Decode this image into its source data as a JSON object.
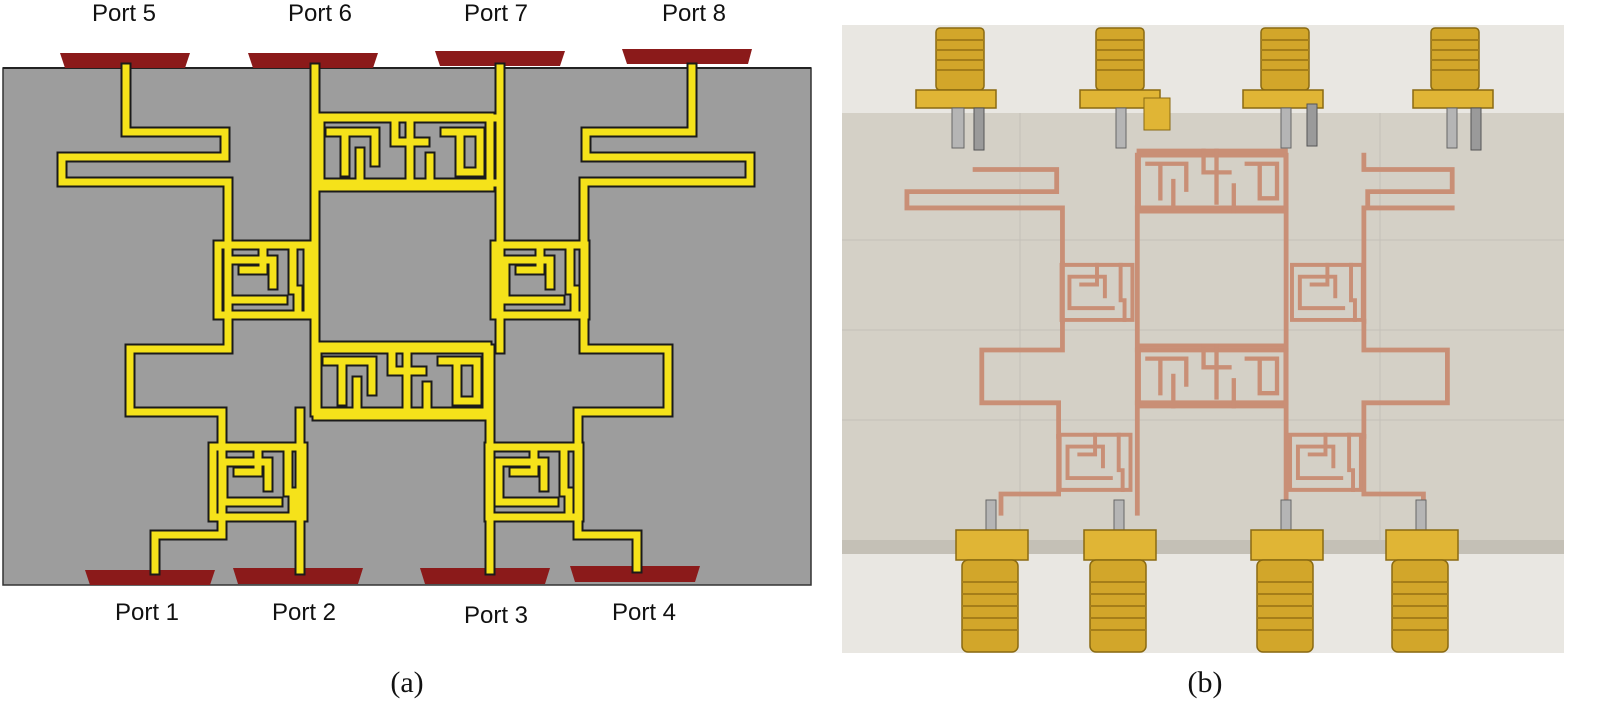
{
  "panel_a": {
    "top_ports": [
      "Port 5",
      "Port 6",
      "Port 7",
      "Port 8"
    ],
    "bottom_ports": [
      "Port 1",
      "Port 2",
      "Port 3",
      "Port 4"
    ],
    "caption": "(a)"
  },
  "panel_b": {
    "caption": "(b)"
  },
  "colors": {
    "substrate_sim": "#9d9d9d",
    "microstrip_sim": "#f5e21a",
    "microstrip_outline": "#1a1a1a",
    "port_pad": "#8b1a1a",
    "board_photo": "#d4d0c6",
    "copper_trace": "#c98f76",
    "sma_gold": "#d2a62a"
  },
  "icons": [
    "sma-connector-icon"
  ]
}
